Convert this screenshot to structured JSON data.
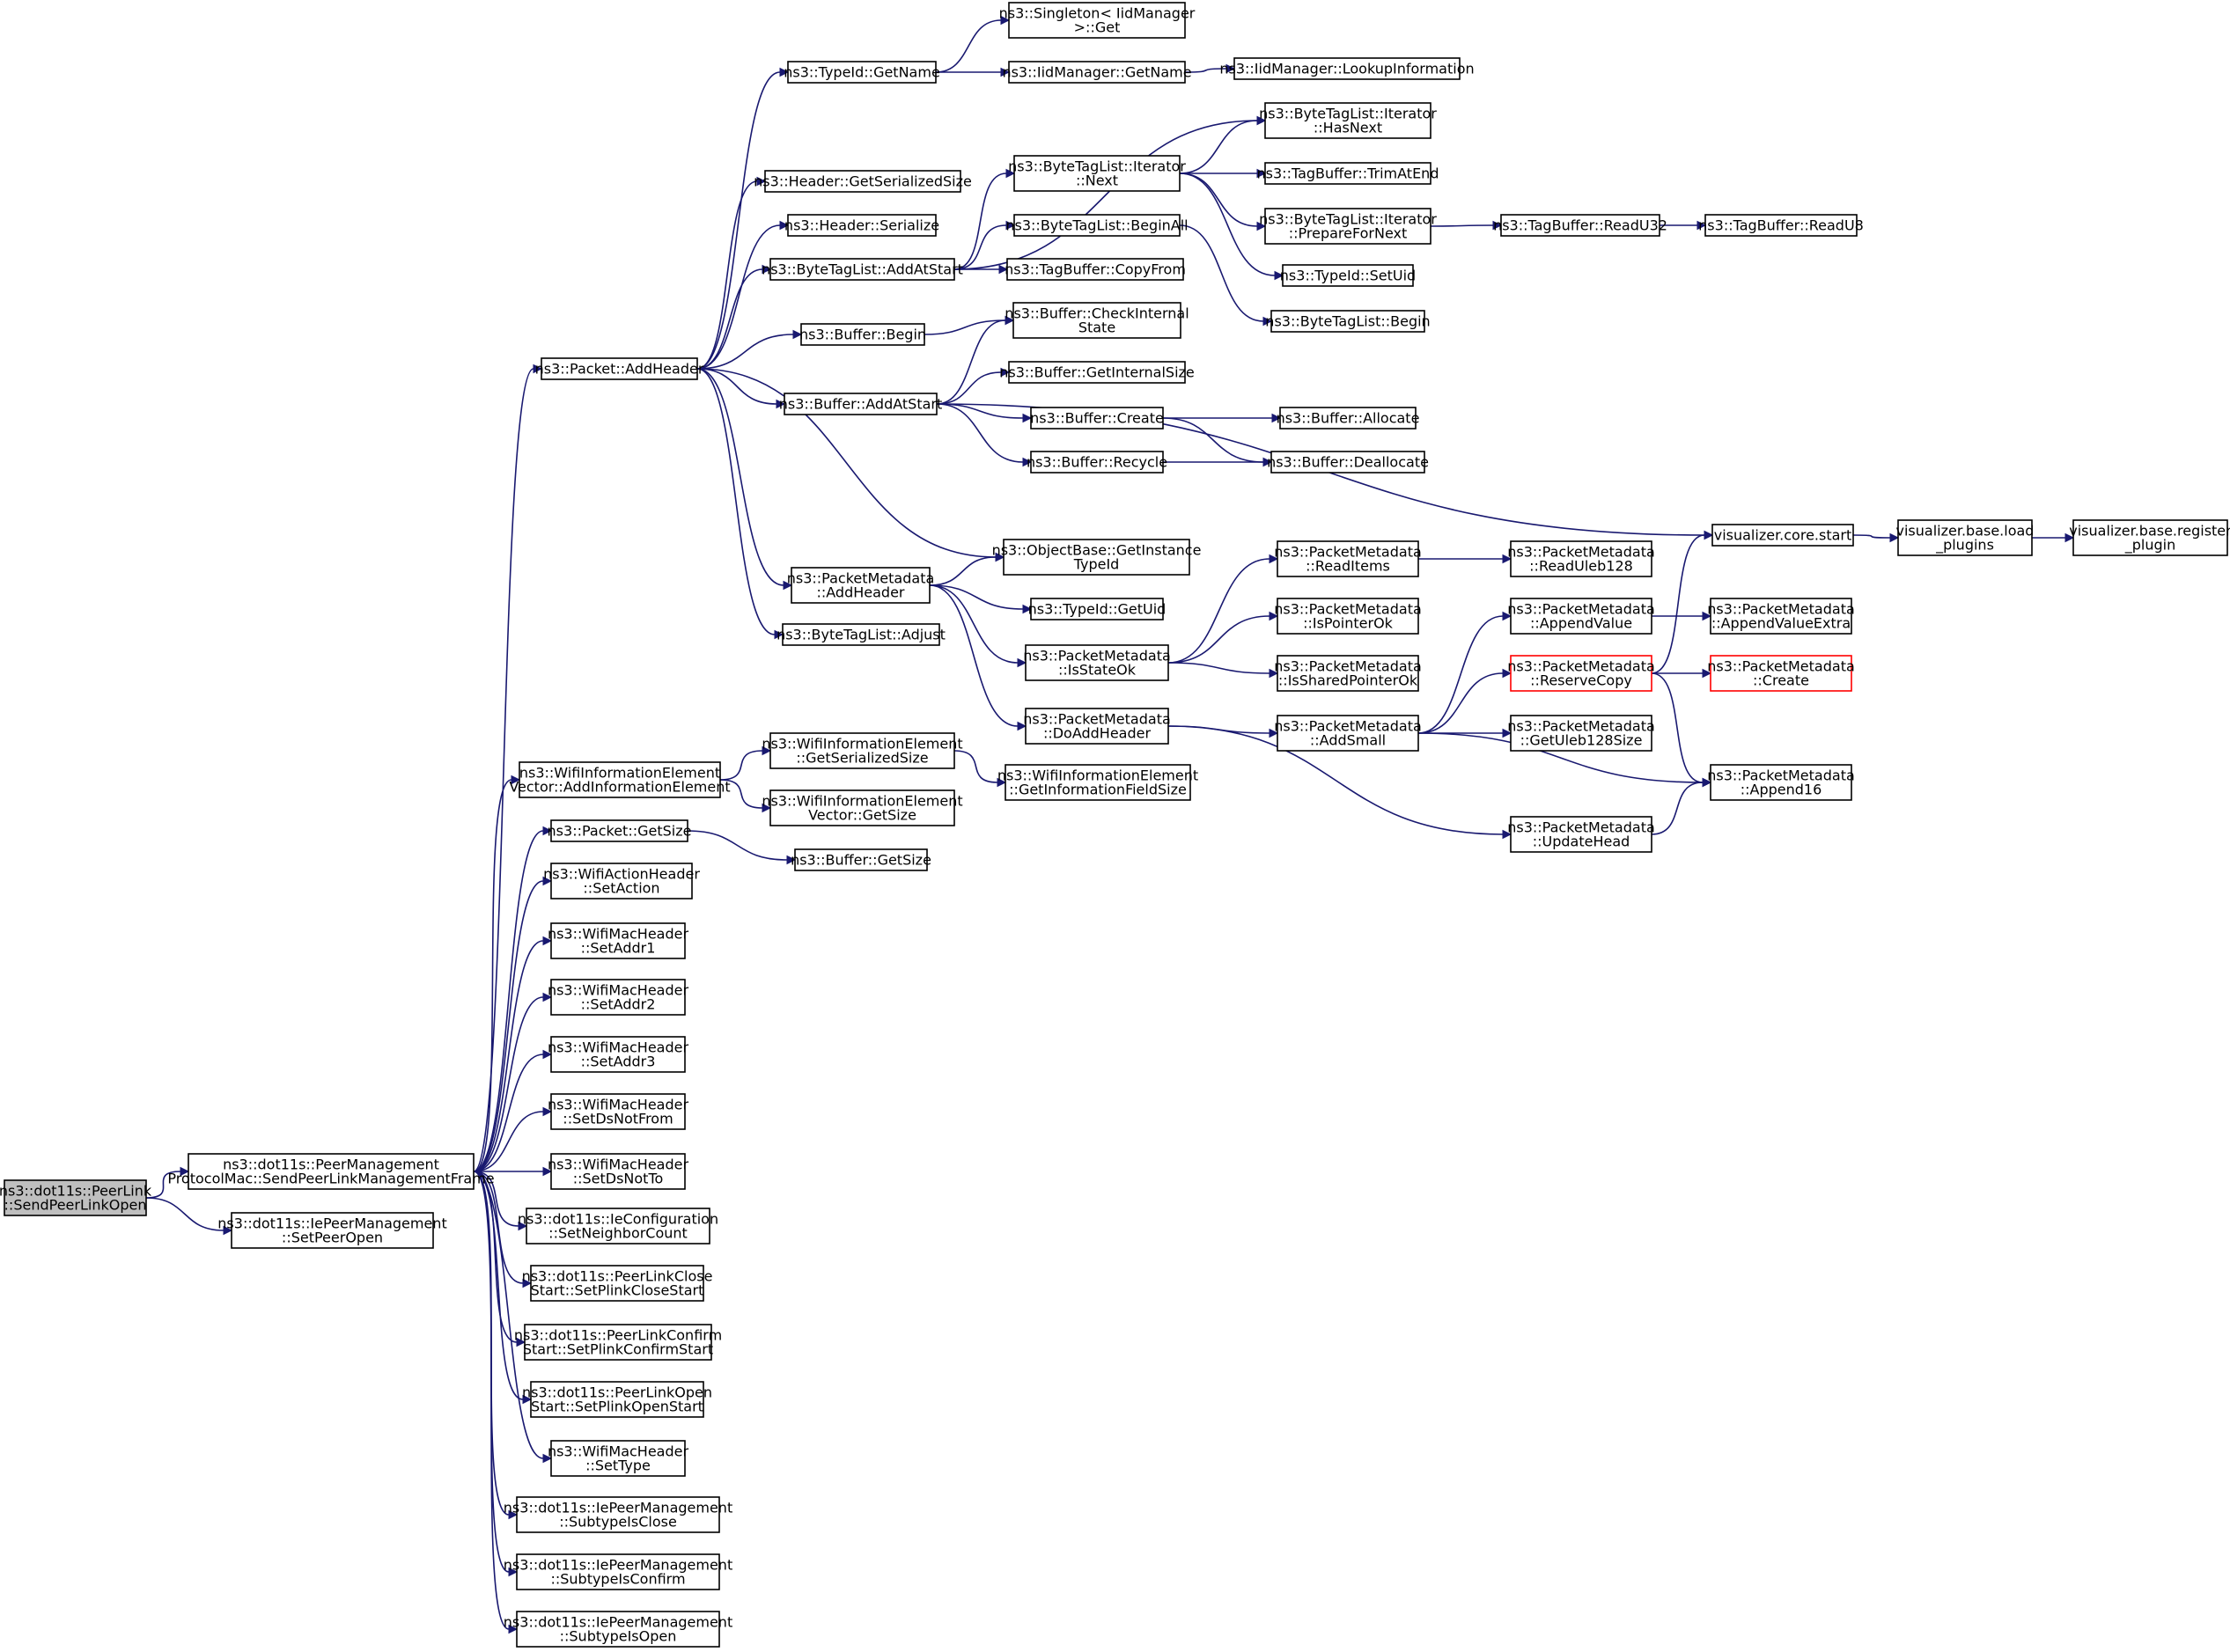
{
  "colors": {
    "edge": "#191970",
    "node_border": "#000000",
    "incomplete_border": "#ff0000",
    "root_fill": "#bfbfbf",
    "node_fill": "#ffffff"
  },
  "nodes": [
    {
      "id": "root",
      "lines": [
        "ns3::dot11s::PeerLink",
        "::SendPeerLinkOpen"
      ]
    },
    {
      "id": "sendframe",
      "lines": [
        "ns3::dot11s::PeerManagement",
        "ProtocolMac::SendPeerLinkManagementFrame"
      ]
    },
    {
      "id": "setpeeropen",
      "lines": [
        "ns3::dot11s::IePeerManagement",
        "::SetPeerOpen"
      ]
    },
    {
      "id": "addheader",
      "lines": [
        "ns3::Packet::AddHeader"
      ]
    },
    {
      "id": "addinfoelem",
      "lines": [
        "ns3::WifiInformationElement",
        "Vector::AddInformationElement"
      ]
    },
    {
      "id": "pktgetsize",
      "lines": [
        "ns3::Packet::GetSize"
      ]
    },
    {
      "id": "setaction",
      "lines": [
        "ns3::WifiActionHeader",
        "::SetAction"
      ]
    },
    {
      "id": "setaddr1",
      "lines": [
        "ns3::WifiMacHeader",
        "::SetAddr1"
      ]
    },
    {
      "id": "setaddr2",
      "lines": [
        "ns3::WifiMacHeader",
        "::SetAddr2"
      ]
    },
    {
      "id": "setaddr3",
      "lines": [
        "ns3::WifiMacHeader",
        "::SetAddr3"
      ]
    },
    {
      "id": "setdsnotfrom",
      "lines": [
        "ns3::WifiMacHeader",
        "::SetDsNotFrom"
      ]
    },
    {
      "id": "setdsnotto",
      "lines": [
        "ns3::WifiMacHeader",
        "::SetDsNotTo"
      ]
    },
    {
      "id": "setneighborcount",
      "lines": [
        "ns3::dot11s::IeConfiguration",
        "::SetNeighborCount"
      ]
    },
    {
      "id": "setplinkclose",
      "lines": [
        "ns3::dot11s::PeerLinkClose",
        "Start::SetPlinkCloseStart"
      ]
    },
    {
      "id": "setplinkconfirm",
      "lines": [
        "ns3::dot11s::PeerLinkConfirm",
        "Start::SetPlinkConfirmStart"
      ]
    },
    {
      "id": "setplinkopen",
      "lines": [
        "ns3::dot11s::PeerLinkOpen",
        "Start::SetPlinkOpenStart"
      ]
    },
    {
      "id": "settype",
      "lines": [
        "ns3::WifiMacHeader",
        "::SetType"
      ]
    },
    {
      "id": "subtypeisclose",
      "lines": [
        "ns3::dot11s::IePeerManagement",
        "::SubtypeIsClose"
      ]
    },
    {
      "id": "subtypeisconfirm",
      "lines": [
        "ns3::dot11s::IePeerManagement",
        "::SubtypeIsConfirm"
      ]
    },
    {
      "id": "subtypeisopen",
      "lines": [
        "ns3::dot11s::IePeerManagement",
        "::SubtypeIsOpen"
      ]
    },
    {
      "id": "typeidgetname",
      "lines": [
        "ns3::TypeId::GetName"
      ]
    },
    {
      "id": "headergetsersize",
      "lines": [
        "ns3::Header::GetSerializedSize"
      ]
    },
    {
      "id": "headerserialize",
      "lines": [
        "ns3::Header::Serialize"
      ]
    },
    {
      "id": "btladdatstart",
      "lines": [
        "ns3::ByteTagList::AddAtStart"
      ]
    },
    {
      "id": "bufbegin",
      "lines": [
        "ns3::Buffer::Begin"
      ]
    },
    {
      "id": "bufaddatstart",
      "lines": [
        "ns3::Buffer::AddAtStart"
      ]
    },
    {
      "id": "pmaddheader",
      "lines": [
        "ns3::PacketMetadata",
        "::AddHeader"
      ]
    },
    {
      "id": "btladjust",
      "lines": [
        "ns3::ByteTagList::Adjust"
      ]
    },
    {
      "id": "wiegetsersize",
      "lines": [
        "ns3::WifiInformationElement",
        "::GetSerializedSize"
      ]
    },
    {
      "id": "wievecgetsize",
      "lines": [
        "ns3::WifiInformationElement",
        "Vector::GetSize"
      ]
    },
    {
      "id": "bufgetsize",
      "lines": [
        "ns3::Buffer::GetSize"
      ]
    },
    {
      "id": "singletonget",
      "lines": [
        "ns3::Singleton< IidManager",
        " >::Get"
      ]
    },
    {
      "id": "iidgetname",
      "lines": [
        "ns3::IidManager::GetName"
      ]
    },
    {
      "id": "iidlookup",
      "lines": [
        "ns3::IidManager::LookupInformation"
      ]
    },
    {
      "id": "btlitnext",
      "lines": [
        "ns3::ByteTagList::Iterator",
        "::Next"
      ]
    },
    {
      "id": "btlbeginall",
      "lines": [
        "ns3::ByteTagList::BeginAll"
      ]
    },
    {
      "id": "tagbufcopyfrom",
      "lines": [
        "ns3::TagBuffer::CopyFrom"
      ]
    },
    {
      "id": "btlithasnext",
      "lines": [
        "ns3::ByteTagList::Iterator",
        "::HasNext"
      ]
    },
    {
      "id": "tagbuftrim",
      "lines": [
        "ns3::TagBuffer::TrimAtEnd"
      ]
    },
    {
      "id": "btlitprepare",
      "lines": [
        "ns3::ByteTagList::Iterator",
        "::PrepareForNext"
      ]
    },
    {
      "id": "typeidsetuid",
      "lines": [
        "ns3::TypeId::SetUid"
      ]
    },
    {
      "id": "btlbegin",
      "lines": [
        "ns3::ByteTagList::Begin"
      ]
    },
    {
      "id": "tagbufreadu32",
      "lines": [
        "ns3::TagBuffer::ReadU32"
      ]
    },
    {
      "id": "tagbufreadu8",
      "lines": [
        "ns3::TagBuffer::ReadU8"
      ]
    },
    {
      "id": "bufcheckinternal",
      "lines": [
        "ns3::Buffer::CheckInternal",
        "State"
      ]
    },
    {
      "id": "bufgetinternal",
      "lines": [
        "ns3::Buffer::GetInternalSize"
      ]
    },
    {
      "id": "bufcreate",
      "lines": [
        "ns3::Buffer::Create"
      ]
    },
    {
      "id": "bufrecycle",
      "lines": [
        "ns3::Buffer::Recycle"
      ]
    },
    {
      "id": "bufallocate",
      "lines": [
        "ns3::Buffer::Allocate"
      ]
    },
    {
      "id": "bufdeallocate",
      "lines": [
        "ns3::Buffer::Deallocate"
      ]
    },
    {
      "id": "vizcorestart",
      "lines": [
        "visualizer.core.start"
      ]
    },
    {
      "id": "vizloadplugins",
      "lines": [
        "visualizer.base.load",
        "_plugins"
      ]
    },
    {
      "id": "vizregister",
      "lines": [
        "visualizer.base.register",
        "_plugin"
      ]
    },
    {
      "id": "objbasegetinst",
      "lines": [
        "ns3::ObjectBase::GetInstance",
        "TypeId"
      ]
    },
    {
      "id": "typeidgetuid",
      "lines": [
        "ns3::TypeId::GetUid"
      ]
    },
    {
      "id": "pmisstateok",
      "lines": [
        "ns3::PacketMetadata",
        "::IsStateOk"
      ]
    },
    {
      "id": "pmdoaddheader",
      "lines": [
        "ns3::PacketMetadata",
        "::DoAddHeader"
      ]
    },
    {
      "id": "pmreaditems",
      "lines": [
        "ns3::PacketMetadata",
        "::ReadItems"
      ]
    },
    {
      "id": "pmispointerok",
      "lines": [
        "ns3::PacketMetadata",
        "::IsPointerOk"
      ]
    },
    {
      "id": "pmissharedok",
      "lines": [
        "ns3::PacketMetadata",
        "::IsSharedPointerOk"
      ]
    },
    {
      "id": "pmreaduleb",
      "lines": [
        "ns3::PacketMetadata",
        "::ReadUleb128"
      ]
    },
    {
      "id": "pmaddsmall",
      "lines": [
        "ns3::PacketMetadata",
        "::AddSmall"
      ]
    },
    {
      "id": "pmappendvalue",
      "lines": [
        "ns3::PacketMetadata",
        "::AppendValue"
      ]
    },
    {
      "id": "pmreservecopy",
      "lines": [
        "ns3::PacketMetadata",
        "::ReserveCopy"
      ],
      "incomplete": true
    },
    {
      "id": "pmgetuleb",
      "lines": [
        "ns3::PacketMetadata",
        "::GetUleb128Size"
      ]
    },
    {
      "id": "pmupdatehead",
      "lines": [
        "ns3::PacketMetadata",
        "::UpdateHead"
      ]
    },
    {
      "id": "pmappendvalueextra",
      "lines": [
        "ns3::PacketMetadata",
        "::AppendValueExtra"
      ]
    },
    {
      "id": "pmcreate",
      "lines": [
        "ns3::PacketMetadata",
        "::Create"
      ],
      "incomplete": true
    },
    {
      "id": "pmappend16",
      "lines": [
        "ns3::PacketMetadata",
        "::Append16"
      ]
    },
    {
      "id": "wiegetinfofield",
      "lines": [
        "ns3::WifiInformationElement",
        "::GetInformationFieldSize"
      ]
    }
  ],
  "edges": [
    [
      "root",
      "sendframe"
    ],
    [
      "root",
      "setpeeropen"
    ],
    [
      "sendframe",
      "addheader"
    ],
    [
      "sendframe",
      "addinfoelem"
    ],
    [
      "sendframe",
      "pktgetsize"
    ],
    [
      "sendframe",
      "setaction"
    ],
    [
      "sendframe",
      "setaddr1"
    ],
    [
      "sendframe",
      "setaddr2"
    ],
    [
      "sendframe",
      "setaddr3"
    ],
    [
      "sendframe",
      "setdsnotfrom"
    ],
    [
      "sendframe",
      "setdsnotto"
    ],
    [
      "sendframe",
      "setneighborcount"
    ],
    [
      "sendframe",
      "setplinkclose"
    ],
    [
      "sendframe",
      "setplinkconfirm"
    ],
    [
      "sendframe",
      "setplinkopen"
    ],
    [
      "sendframe",
      "settype"
    ],
    [
      "sendframe",
      "subtypeisclose"
    ],
    [
      "sendframe",
      "subtypeisconfirm"
    ],
    [
      "sendframe",
      "subtypeisopen"
    ],
    [
      "addheader",
      "typeidgetname"
    ],
    [
      "addheader",
      "headergetsersize"
    ],
    [
      "addheader",
      "headerserialize"
    ],
    [
      "addheader",
      "btladdatstart"
    ],
    [
      "addheader",
      "bufbegin"
    ],
    [
      "addheader",
      "bufaddatstart"
    ],
    [
      "addheader",
      "pmaddheader"
    ],
    [
      "addheader",
      "btladjust"
    ],
    [
      "addheader",
      "objbasegetinst"
    ],
    [
      "typeidgetname",
      "singletonget"
    ],
    [
      "typeidgetname",
      "iidgetname"
    ],
    [
      "iidgetname",
      "iidlookup"
    ],
    [
      "btladdatstart",
      "btlitnext"
    ],
    [
      "btladdatstart",
      "btlbeginall"
    ],
    [
      "btladdatstart",
      "tagbufcopyfrom"
    ],
    [
      "btladdatstart",
      "btlithasnext"
    ],
    [
      "btlitnext",
      "btlithasnext"
    ],
    [
      "btlitnext",
      "tagbuftrim"
    ],
    [
      "btlitnext",
      "btlitprepare"
    ],
    [
      "btlitnext",
      "typeidsetuid"
    ],
    [
      "btlbeginall",
      "btlbegin"
    ],
    [
      "btlitprepare",
      "tagbufreadu32"
    ],
    [
      "tagbufreadu32",
      "tagbufreadu8"
    ],
    [
      "bufbegin",
      "bufcheckinternal"
    ],
    [
      "bufaddatstart",
      "bufcheckinternal"
    ],
    [
      "bufaddatstart",
      "bufgetinternal"
    ],
    [
      "bufaddatstart",
      "bufcreate"
    ],
    [
      "bufaddatstart",
      "bufrecycle"
    ],
    [
      "bufaddatstart",
      "vizcorestart"
    ],
    [
      "bufcreate",
      "bufallocate"
    ],
    [
      "bufcreate",
      "bufdeallocate"
    ],
    [
      "bufrecycle",
      "bufdeallocate"
    ],
    [
      "vizcorestart",
      "vizloadplugins"
    ],
    [
      "vizloadplugins",
      "vizregister"
    ],
    [
      "pmaddheader",
      "objbasegetinst"
    ],
    [
      "pmaddheader",
      "typeidgetuid"
    ],
    [
      "pmaddheader",
      "pmisstateok"
    ],
    [
      "pmaddheader",
      "pmdoaddheader"
    ],
    [
      "pmisstateok",
      "pmreaditems"
    ],
    [
      "pmisstateok",
      "pmispointerok"
    ],
    [
      "pmisstateok",
      "pmissharedok"
    ],
    [
      "pmreaditems",
      "pmreaduleb"
    ],
    [
      "pmdoaddheader",
      "pmaddsmall"
    ],
    [
      "pmdoaddheader",
      "pmupdatehead"
    ],
    [
      "pmaddsmall",
      "pmappendvalue"
    ],
    [
      "pmaddsmall",
      "pmreservecopy"
    ],
    [
      "pmaddsmall",
      "pmgetuleb"
    ],
    [
      "pmaddsmall",
      "pmappend16"
    ],
    [
      "pmappendvalue",
      "pmappendvalueextra"
    ],
    [
      "pmreservecopy",
      "vizcorestart"
    ],
    [
      "pmreservecopy",
      "pmcreate"
    ],
    [
      "pmreservecopy",
      "pmappend16"
    ],
    [
      "pmupdatehead",
      "pmappend16"
    ],
    [
      "addinfoelem",
      "wiegetsersize"
    ],
    [
      "addinfoelem",
      "wievecgetsize"
    ],
    [
      "wiegetsersize",
      "wiegetinfofield"
    ],
    [
      "pktgetsize",
      "bufgetsize"
    ]
  ]
}
